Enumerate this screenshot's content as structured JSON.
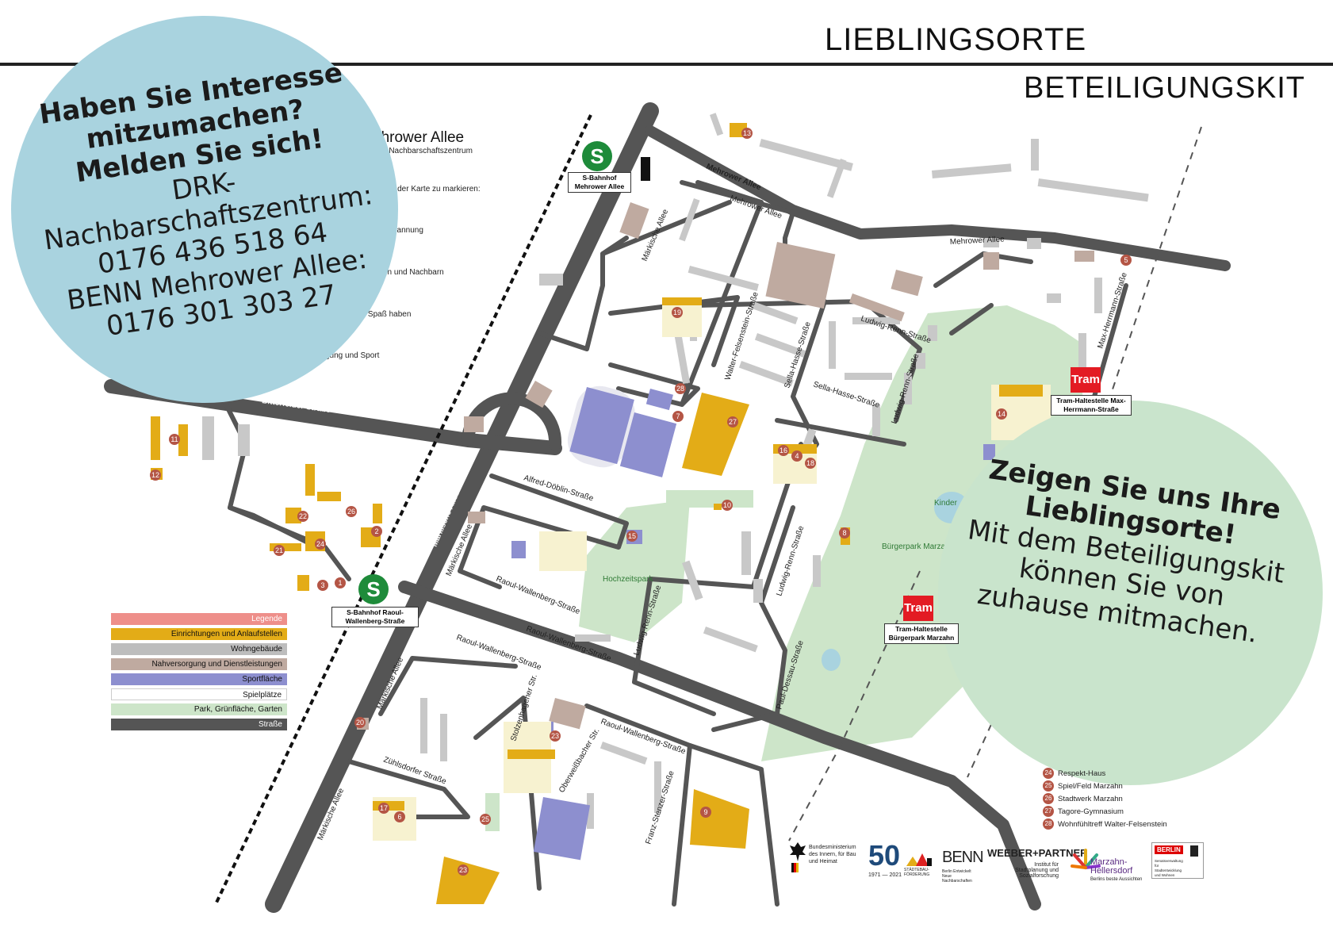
{
  "header": {
    "title": "LIEBLINGSORTE",
    "subtitle": "BETEILIGUNGSKIT"
  },
  "blue_circle": {
    "line1": "Haben Sie Interesse",
    "line2": "mitzumachen?",
    "line3": "Melden Sie sich!",
    "line4": "DRK-Nachbarschaftszentrum:",
    "line5": "0176 436 518 64",
    "line6": "BENN Mehrower Allee:",
    "line7": "0176 301 303 27"
  },
  "green_circle": {
    "line1": "Zeigen Sie uns Ihre",
    "line2": "Lieblingsorte!",
    "line3": "Mit dem Beteiligungskit",
    "line4": "können Sie von",
    "line5": "zuhause mitmachen."
  },
  "hidden_panel": {
    "title": "ehrower   Allee",
    "subtitle": "-Nachbarschaftszentrum",
    "l1": "uf der Karte zu markieren:",
    "l2": "spannung",
    "l3": "en und Nachbarn",
    "l4": "nd Spaß haben",
    "l5": "gung und Sport"
  },
  "legend": {
    "items": [
      {
        "label": "Legende",
        "color": "#ee8f8a"
      },
      {
        "label": "Einrichtungen und Anlaufstellen",
        "color": "#e3ac17"
      },
      {
        "label": "Wohngebäude",
        "color": "#bdbdbd"
      },
      {
        "label": "Nahversorgung und Dienstleistungen",
        "color": "#bfaaa0"
      },
      {
        "label": "Sportfläche",
        "color": "#8d8fcf"
      },
      {
        "label": "Spielplätze",
        "color": "#ffffff"
      },
      {
        "label": "Park, Grünfläche, Garten",
        "color": "#cde5c9"
      },
      {
        "label": "Straße",
        "color": "#555555"
      }
    ]
  },
  "stations": {
    "sbahn_top": {
      "icon": "S",
      "name": "S-Bahnhof Mehrower Allee"
    },
    "sbahn_bottom": {
      "icon": "S",
      "name": "S-Bahnhof Raoul-Wallenberg-Straße"
    },
    "tram_top": {
      "icon": "Tram",
      "name": "Tram-Haltestelle Max-Herrmann-Straße"
    },
    "tram_bottom": {
      "icon": "Tram",
      "name": "Tram-Haltestelle Bürgerpark Marzahn"
    }
  },
  "streets": {
    "mehrower_allee": "Mehrower Allee",
    "mehrower_allee_2": "Mehrower Allee",
    "mehrower_allee_3": "Mehrower   Allee",
    "maerkische_allee": "Märkische Allee",
    "maerkische_allee_2": "Märkische Allee",
    "maerkische_allee_3": "Märkische Allee",
    "maerkische_allee_4": "Märkische Allee",
    "maerkische_allee_5": "Märkische Allee",
    "bitterfelder": "Bitterfelder Straße",
    "alfred_doeblin": "Alfred-Döblin-Straße",
    "walter_felsenstein": "Walter-Felsenstein-Straße",
    "sella_hasse": "Sella-Hasse-Straße",
    "sella_hasse_2": "Sella-Hasse-Straße",
    "ludwig_renn": "Ludwig-Renn-Straße",
    "ludwig_renn_2": "Ludwig-Renn-Straße",
    "ludwig_renn_3": "Ludwig-Renn-Straße",
    "ludwig_renn_4": "Ludwig-Renn-Straße",
    "max_herrmann": "Max-Herrmann-Straße",
    "raoul_w1": "Raoul-Wallenberg-Straße",
    "raoul_w2": "Raoul-Wallenberg-Straße",
    "raoul_w3": "Raoul-Wallenberg-Straße",
    "raoul_w4": "Raoul-Wallenberg-Straße",
    "raoul_w5": "Raoul-Wallenberg-Straße",
    "paul_dessau": "Paul-Dessau-Straße",
    "stolzenhagener": "Stolzenhagener Str.",
    "hochzeitspark": "Hochzeitspark",
    "buergerpark": "Bürgerpark Marzahn",
    "kinder": "Kinder",
    "zuehlsdorfer": "Zühlsdorfer Straße",
    "franz_stenzer": "Franz-Stenzer-Straße",
    "oberweissbacher": "Oberweißbacher Str."
  },
  "places": [
    {
      "num": "24",
      "name": "Respekt-Haus"
    },
    {
      "num": "25",
      "name": "Spiel/Feld Marzahn"
    },
    {
      "num": "26",
      "name": "Stadtwerk Marzahn"
    },
    {
      "num": "27",
      "name": "Tagore-Gymnasium"
    },
    {
      "num": "28",
      "name": "Wohnfühltreff Walter-Felsenstein"
    }
  ],
  "markers": [
    "1",
    "2",
    "3",
    "4",
    "5",
    "6",
    "7",
    "8",
    "9",
    "10",
    "11",
    "12",
    "13",
    "14",
    "15",
    "16",
    "17",
    "18",
    "19",
    "20",
    "21",
    "22",
    "23",
    "24",
    "25",
    "26",
    "27",
    "28",
    "23"
  ],
  "logos": {
    "bmi": "Bundesministerium des Innern, für Bau und Heimat",
    "fifty": "50",
    "fifty_years": "1971 — 2021",
    "staedtebau": "STÄDTEBAU-FÖRDERUNG",
    "benn": "BENN",
    "benn_sub": "Berlin Entwickelt Neue Nachbarschaften",
    "weeber": "WEEBER+PARTNER",
    "weeber_sub": "Institut für Stadtplanung und Sozialforschung",
    "mh": "Marzahn-Hellersdorf",
    "mh_sub": "Berlins beste Aussichten",
    "berlin": "BERLIN",
    "berlin_sub": "Senatsverwaltung für Stadtentwicklung und Wohnen"
  },
  "colors": {
    "road": "#555555",
    "housing": "#c8c8c8",
    "facility": "#e3ac17",
    "park": "#cde5c9",
    "sport": "#8d8fcf",
    "shop": "#bfaaa0",
    "marker": "#b45545",
    "blue": "#a9d3df",
    "green": "#c9e4cc"
  }
}
